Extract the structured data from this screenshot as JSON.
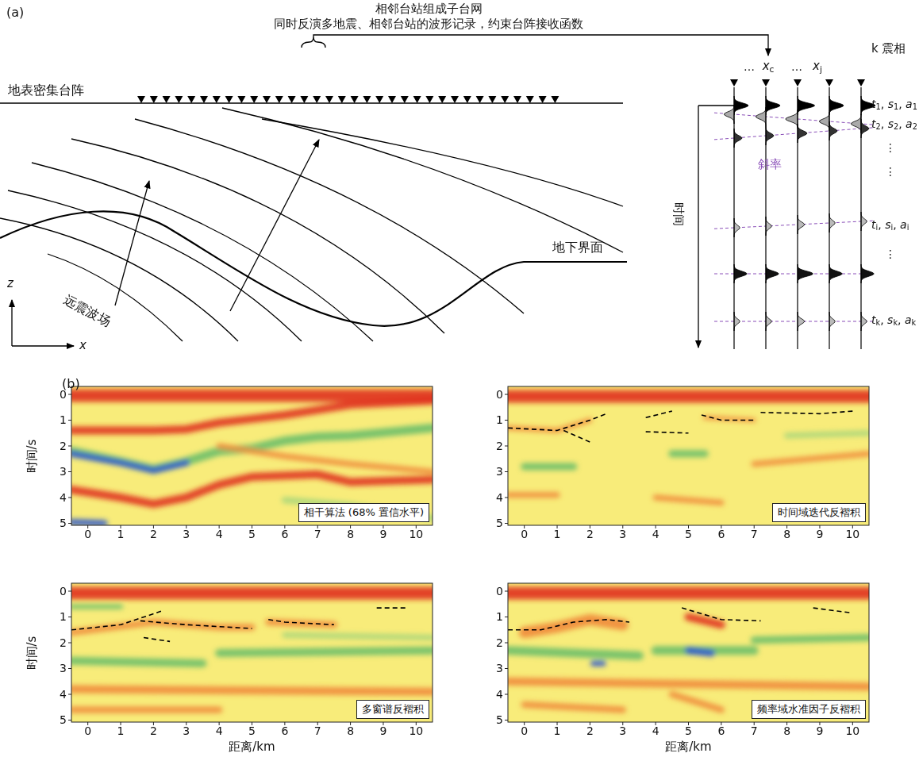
{
  "diagram": {
    "nodes": [
      {
        "text": [
          "相干算法 (68% 置信水平)"
        ]
      },
      {
        "text": [
          "时间域迭代反褶积"
        ]
      },
      {
        "text": [
          "多窗谱反褶积"
        ]
      },
      {
        "text": [
          "频率域水准因子反褶积"
        ]
      }
    ],
    "labels": [
      "(a)",
      "相邻台站组成子台网",
      "同时反演多地震、相邻台站的波形记录，约束台阵接收函数",
      "地表密集台阵",
      "远震波场",
      "地下界面",
      "z",
      "x",
      "k 震相",
      "…",
      "xc",
      "…",
      "xj",
      "t1, s1, a1",
      "t2, s2, a2",
      "⋮",
      "⋮",
      "斜率",
      "时间",
      "ti, si, ai",
      "⋮",
      "tk, sk, ak",
      "(b)",
      "0",
      "1",
      "2",
      "3",
      "4",
      "5",
      "0",
      "1",
      "2",
      "3",
      "4",
      "5",
      "6",
      "7",
      "8",
      "9",
      "10",
      "0",
      "1",
      "2",
      "3",
      "4",
      "5",
      "0",
      "1",
      "2",
      "3",
      "4",
      "5",
      "6",
      "7",
      "8",
      "9",
      "10",
      "0",
      "1",
      "2",
      "3",
      "4",
      "5",
      "0",
      "1",
      "2",
      "3",
      "4",
      "5",
      "6",
      "7",
      "8",
      "9",
      "10",
      "0",
      "1",
      "2",
      "3",
      "4",
      "5",
      "0",
      "1",
      "2",
      "3",
      "4",
      "5",
      "6",
      "7",
      "8",
      "9",
      "10",
      "时间/s",
      "时间/s",
      "距离/km",
      "距离/km"
    ]
  }
}
